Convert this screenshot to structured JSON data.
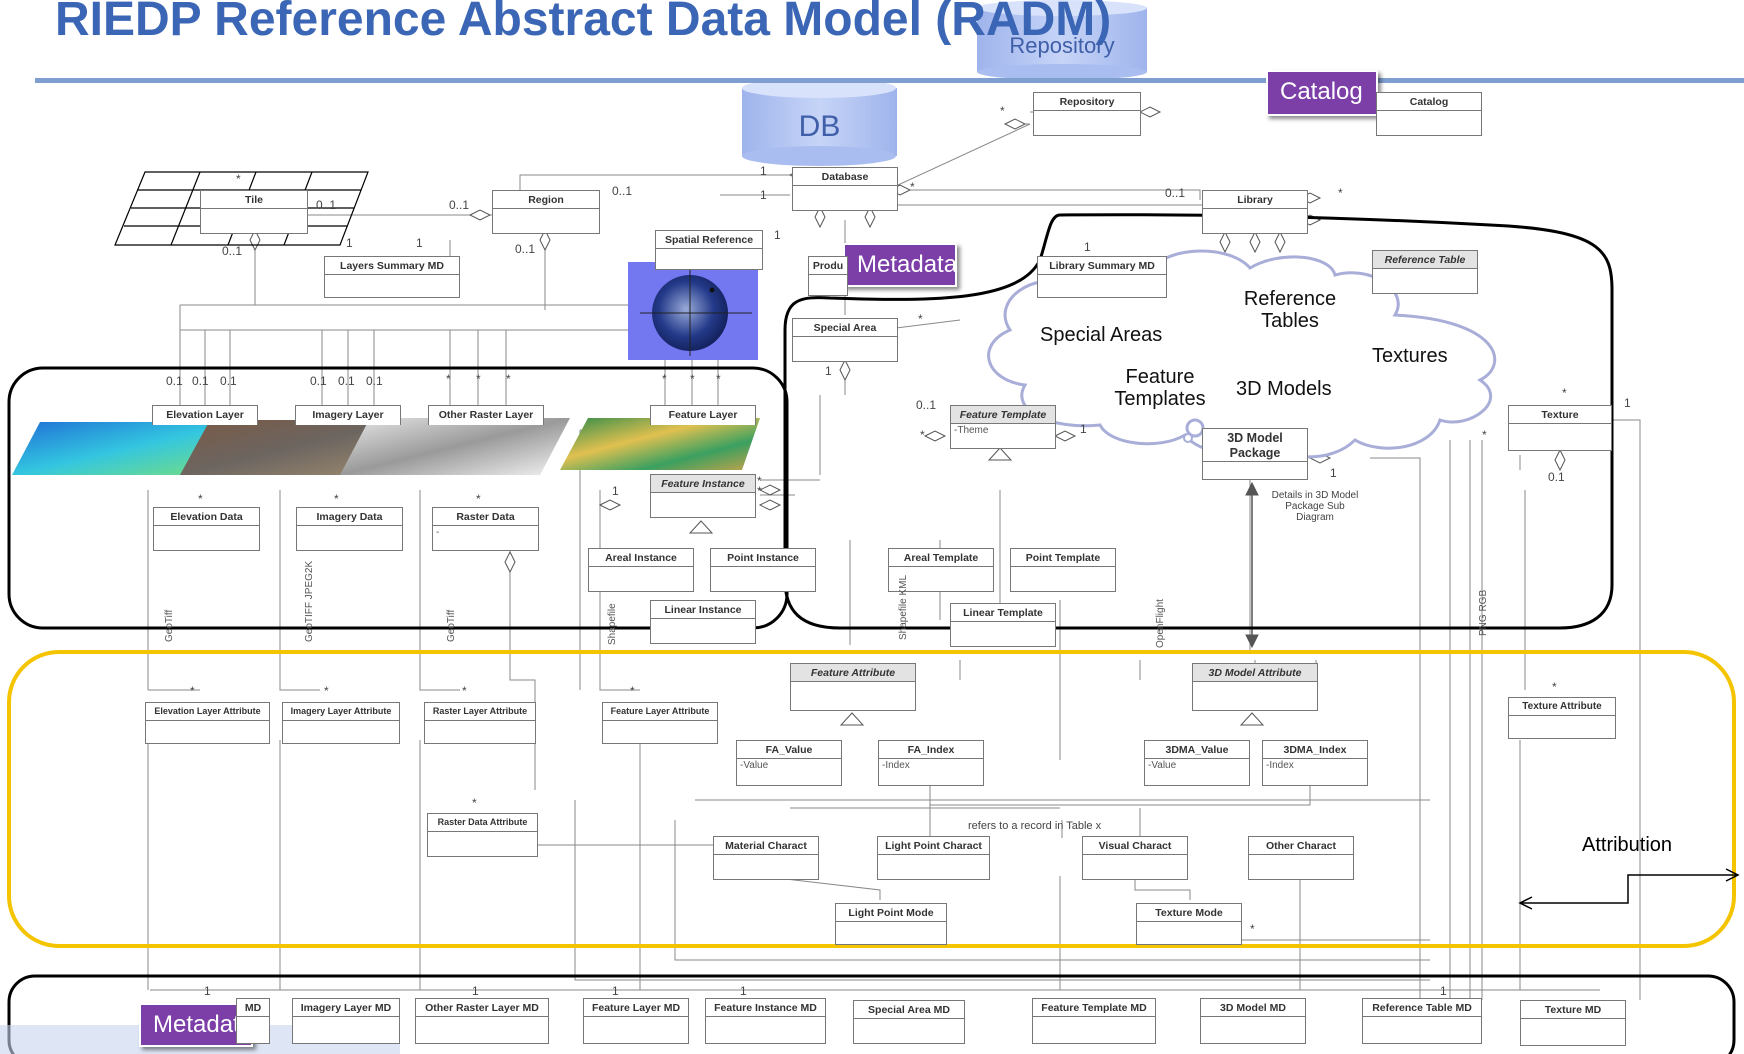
{
  "title": "RIEDP Reference Abstract Data Model (RADM)",
  "callouts": {
    "repository": "Repository",
    "db": "DB",
    "catalog": "Catalog",
    "metadata_top": "Metadata",
    "metadata_bottom": "Metadata"
  },
  "cloud": {
    "special_areas": "Special Areas",
    "reference_tables": "Reference Tables",
    "textures": "Textures",
    "feature_templates": "Feature Templates",
    "models_3d": "3D Models"
  },
  "attribution_label": "Attribution",
  "classes": {
    "repository": "Repository",
    "catalog": "Catalog",
    "database": "Database",
    "library": "Library",
    "tile": "Tile",
    "region": "Region",
    "layers_summary_md": "Layers Summary MD",
    "spatial_reference": "Spatial Reference",
    "product": "Produ",
    "library_summary_md": "Library Summary MD",
    "reference_table": "Reference Table",
    "special_area": "Special Area",
    "elevation_layer": "Elevation Layer",
    "imagery_layer": "Imagery Layer",
    "other_raster_layer": "Other Raster Layer",
    "feature_layer": "Feature Layer",
    "feature_template": "Feature Template",
    "feature_template_attr": "-Theme",
    "model_package": "3D Model Package",
    "texture": "Texture",
    "elevation_data": "Elevation Data",
    "imagery_data": "Imagery Data",
    "raster_data": "Raster Data",
    "raster_data_attr": "-",
    "feature_instance": "Feature Instance",
    "areal_instance": "Areal Instance",
    "point_instance": "Point Instance",
    "linear_instance": "Linear Instance",
    "areal_template": "Areal Template",
    "point_template": "Point Template",
    "linear_template": "Linear Template",
    "details_note": "Details in 3D Model Package Sub Diagram",
    "feature_attribute": "Feature Attribute",
    "model_attribute_3d": "3D Model Attribute",
    "elevation_layer_attribute": "Elevation Layer Attribute",
    "imagery_layer_attribute": "Imagery Layer Attribute",
    "raster_layer_attribute": "Raster Layer Attribute",
    "feature_layer_attribute": "Feature Layer Attribute",
    "texture_attribute": "Texture Attribute",
    "fa_value": "FA_Value",
    "fa_value_attr": "-Value",
    "fa_index": "FA_Index",
    "fa_index_attr": "-Index",
    "dma_value": "3DMA_Value",
    "dma_value_attr": "-Value",
    "dma_index": "3DMA_Index",
    "dma_index_attr": "-Index",
    "raster_data_attribute": "Raster Data Attribute",
    "material_charact": "Material Charact",
    "light_point_charact": "Light Point Charact",
    "visual_charact": "Visual Charact",
    "other_charact": "Other Charact",
    "light_point_mode": "Light Point Mode",
    "texture_mode": "Texture Mode",
    "refers_note": "refers to a record in Table x",
    "elevation_layer_md": "MD",
    "imagery_layer_md": "Imagery Layer MD",
    "other_raster_layer_md": "Other Raster Layer MD",
    "feature_layer_md": "Feature Layer MD",
    "feature_instance_md": "Feature Instance MD",
    "special_area_md": "Special Area MD",
    "feature_template_md": "Feature Template MD",
    "model_md_3d": "3D Model MD",
    "reference_table_md": "Reference Table MD",
    "texture_md": "Texture MD"
  },
  "formats": {
    "geotiff_1": "GeoTiff",
    "geotiff_jpeg2k": "GeoTIFF JPEG2K",
    "geotiff_2": "GeoTiff",
    "shapefile_1": "Shapefile",
    "shapefile_kml": "Shapefile KML",
    "openflight": "OpenFlight",
    "png_rgb": "PNG RGB"
  },
  "multiplicities": {
    "star": "*",
    "one": "1",
    "zero_one": "0..1",
    "zero_dot_one": "0.1"
  },
  "colors": {
    "title": "#3a66b5",
    "title_rule": "#7f9fd1",
    "callout_purple": "#7c3fa8",
    "cylinder": "#a9bdf0",
    "region_black": "#000000",
    "region_yellow": "#f5c400",
    "cloud_outline": "#a8aed8"
  }
}
